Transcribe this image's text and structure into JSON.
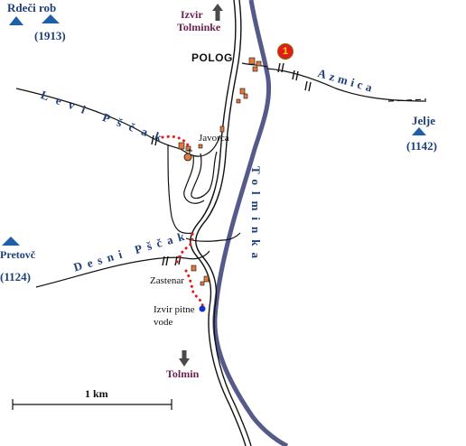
{
  "colors": {
    "river": "#555a8a",
    "road": "#111111",
    "path": "#e21b1b",
    "peak": "#1f5fa8",
    "building": "#e07a3a",
    "label_blue": "#1f3f7a",
    "label_purple": "#6b1f4e",
    "spring": "#1133cc"
  },
  "peaks": [
    {
      "name": "Rdeči rob",
      "elevation": "(1913)"
    },
    {
      "name": "Jelje",
      "elevation": "(1142)"
    },
    {
      "name": "Pretovč",
      "elevation": "(1124)"
    }
  ],
  "directions": {
    "north": {
      "line1": "Izvir",
      "line2": "Tolminke",
      "arrow": "up-arrow"
    },
    "south": {
      "line1": "Tolmin",
      "arrow": "down-arrow"
    }
  },
  "rivers": {
    "azmica": "Azmica",
    "levi_pscak": "Levi Pščak",
    "desni_pscak": "Desni Pščak",
    "tolminka": "Tolminka"
  },
  "places": {
    "pologo": "POLOG",
    "javorca": "Javorca",
    "zastenar": "Zastenar",
    "spring": {
      "line1": "Izvir pitne",
      "line2": "vode"
    }
  },
  "marker": {
    "number": "1"
  },
  "scale": {
    "label": "1 km"
  }
}
